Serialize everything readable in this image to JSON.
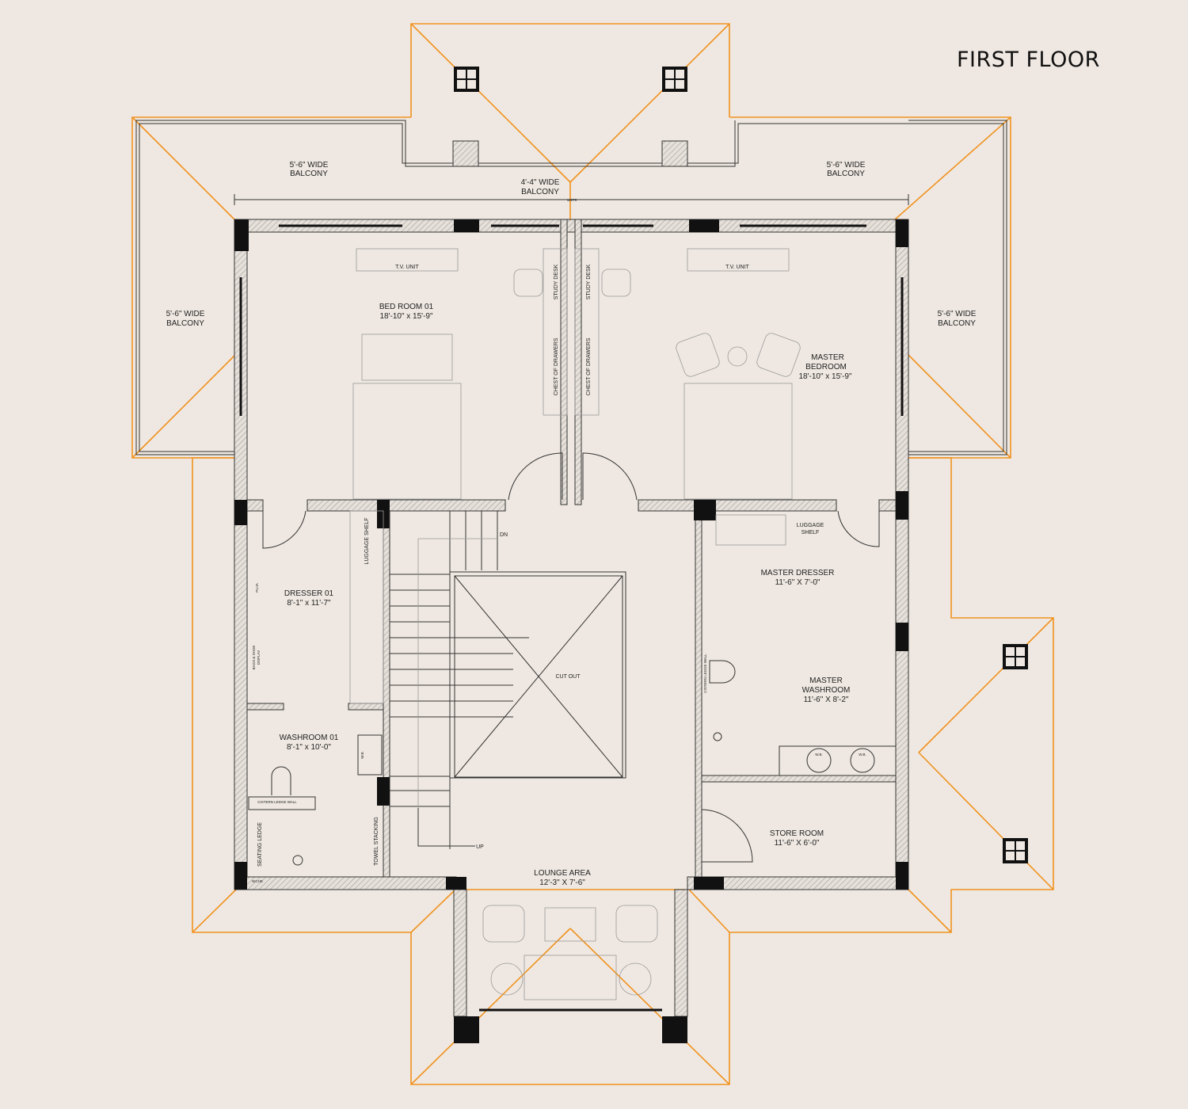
{
  "title": "FIRST FLOOR",
  "colors": {
    "background": "#efe8e2",
    "roof_outline": "#f0921e",
    "walls": "#111111"
  },
  "dimension": "12076",
  "balconies": {
    "top_left": [
      "5'-6\" WIDE",
      "BALCONY"
    ],
    "top_center": [
      "4'-4\" WIDE",
      "BALCONY"
    ],
    "top_right": [
      "5'-6\" WIDE",
      "BALCONY"
    ],
    "left": [
      "5'-6\" WIDE",
      "BALCONY"
    ],
    "right": [
      "5'-6\" WIDE",
      "BALCONY"
    ]
  },
  "rooms": {
    "bedroom01": {
      "name": "BED ROOM 01",
      "dims": "18'-10\" x 15'-9\""
    },
    "master_bedroom": {
      "name1": "MASTER",
      "name2": "BEDROOM",
      "dims": "18'-10\" x 15'-9\""
    },
    "dresser01": {
      "name": "DRESSER 01",
      "dims": "8'-1\" x 11'-7\""
    },
    "washroom01": {
      "name": "WASHROOM 01",
      "dims": "8'-1\" x 10'-0\""
    },
    "master_dresser": {
      "name": "MASTER DRESSER",
      "dims": "11'-6\" X 7'-0\""
    },
    "master_washroom": {
      "name1": "MASTER",
      "name2": "WASHROOM",
      "dims": "11'-6\" X 8'-2\""
    },
    "store_room": {
      "name": "STORE ROOM",
      "dims": "11'-6\" X 6'-0\""
    },
    "lounge": {
      "name": "LOUNGE AREA",
      "dims": "12'-3\" X 7'-6\""
    },
    "cut_out": "CUT OUT"
  },
  "fixtures": {
    "tv_unit": "T.V. UNIT",
    "study_desk": "STUDY DESK",
    "chest_of_drawers": "CHEST OF DRAWERS",
    "luggage_shelf": "LUGGAGE SHELF",
    "luggage_shelf_2": [
      "LUGGAGE",
      "SHELF"
    ],
    "puja": "PUJA",
    "bags_shoe_display": [
      "BAGS & SHOE",
      "DISPLAY"
    ],
    "cistern_ledge_wall": "CISTERN LEDGE WALL",
    "seating_ledge": "SEATING LEDGE",
    "towel_stacking": "TOWEL STACKING",
    "niche": "NICHE",
    "wb": "W.B.",
    "stair_dn": "DN",
    "stair_up": "UP"
  }
}
